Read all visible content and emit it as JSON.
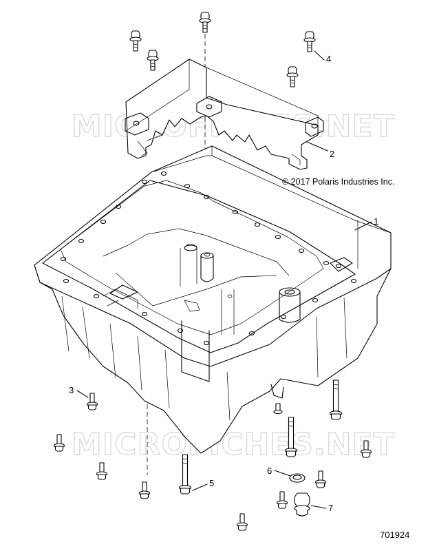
{
  "diagram": {
    "copyright": "© 2017 Polaris Industries Inc.",
    "figure_number": "701924",
    "watermarks": [
      "MICROFICHES.NET",
      "MICROFICHES.NET"
    ],
    "callouts": [
      {
        "id": "1",
        "label": "1"
      },
      {
        "id": "2",
        "label": "2"
      },
      {
        "id": "3",
        "label": "3"
      },
      {
        "id": "4",
        "label": "4"
      },
      {
        "id": "5",
        "label": "5"
      },
      {
        "id": "6",
        "label": "6"
      },
      {
        "id": "7",
        "label": "7"
      }
    ]
  }
}
